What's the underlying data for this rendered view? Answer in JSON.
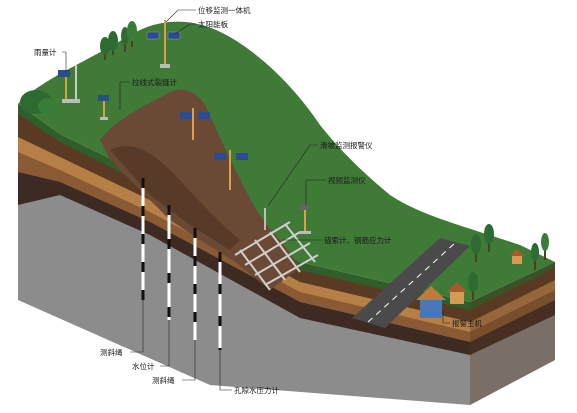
{
  "labels": {
    "displacement_monitor": "位移监测一体机",
    "solar_panel": "太阳能板",
    "rain_gauge": "雨量计",
    "crack_meter": "拉线式裂缝计",
    "landslide_alarm": "滑坡监测报警仪",
    "video_monitor": "视频监测仪",
    "anchor_force_meter": "锚索计、钢筋应力计",
    "alarm_host": "报警主机",
    "inclinometer_left": "测斜绳",
    "water_level_meter": "水位计",
    "inclinometer_mid": "测斜绳",
    "pore_pressure_meter": "孔隙水压力计"
  },
  "colors": {
    "grass_top": "#3f7a37",
    "grass_side": "#2f5e2a",
    "topsoil": "#5a3a22",
    "clay": "#b57f45",
    "sand": "#8a5a34",
    "rock_dark": "#3d2a22",
    "bedrock": "#8c8c8c",
    "road": "#4a4a4a",
    "landslide": "#6b4a35"
  }
}
